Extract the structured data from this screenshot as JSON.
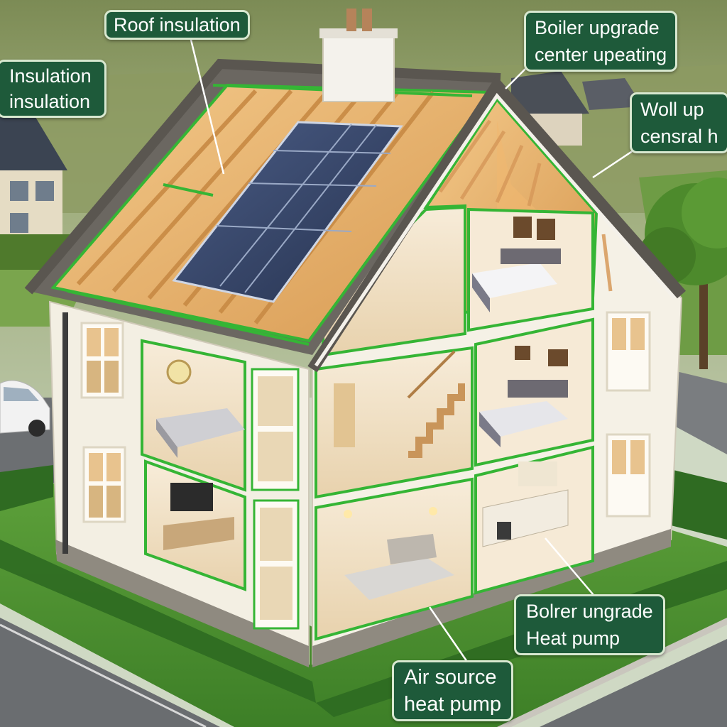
{
  "colors": {
    "label_green": "#1e5a3a",
    "highlight_green": "#35b535",
    "label_text_dark": "#1d5a2e"
  },
  "labels": {
    "roof_insulation": "Roof insulation",
    "insulation_1": "Insulation",
    "insulation_2": "insulation",
    "boiler_upgrade_top_1": "Boiler upgrade",
    "boiler_upgrade_top_2": "center upeating",
    "wall_1": "Woll up",
    "wall_2": "censral h",
    "boiler_upgrade_bottom_1": "Bolrer ungrade",
    "boiler_upgrade_bottom_2": "Heat pump",
    "air_source_1": "Air source",
    "air_source_2": "heat pump"
  },
  "icons": [
    "solar-panel-icon",
    "chimney-icon",
    "staircase-icon",
    "bed-icon",
    "tv-icon",
    "kitchen-icon",
    "car-icon",
    "tree-icon"
  ]
}
